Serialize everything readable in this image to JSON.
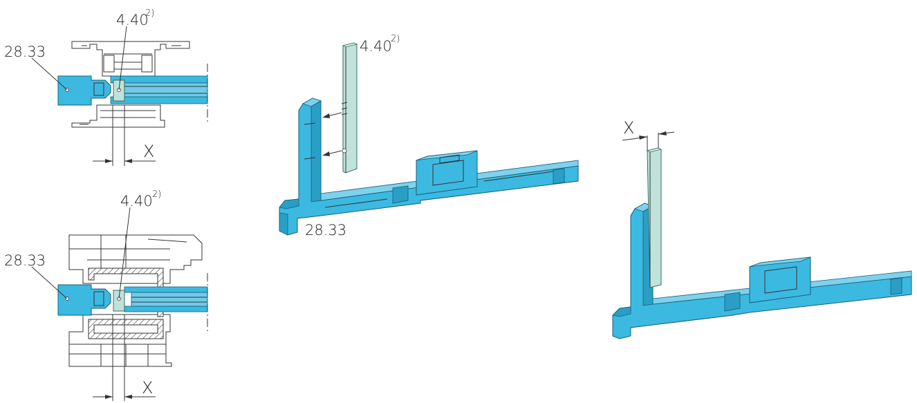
{
  "labels": {
    "part_a": "28.33",
    "part_b": "4.40",
    "footnote": "2)",
    "dimension": "X"
  },
  "colors": {
    "part_a_fill": "#3cb9e1",
    "part_b_fill": "#bfe3da",
    "line": "#333333"
  }
}
